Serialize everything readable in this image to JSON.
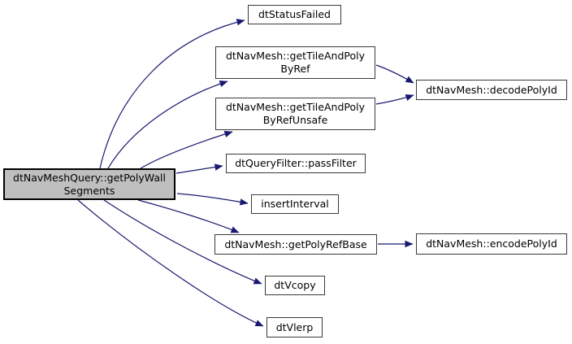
{
  "diagram": {
    "kind": "call-graph",
    "colors": {
      "edge": "#191970",
      "node_border": "#3a3a3a",
      "root_node_fill": "#bfbfbf",
      "node_fill": "#ffffff",
      "text": "#000000",
      "background": "#ffffff"
    },
    "nodes": {
      "root": {
        "lines": [
          "dtNavMeshQuery::getPolyWall",
          "Segments"
        ]
      },
      "status_failed": {
        "lines": [
          "dtStatusFailed"
        ]
      },
      "tile_poly_ref": {
        "lines": [
          "dtNavMesh::getTileAndPoly",
          "ByRef"
        ]
      },
      "tile_poly_unsafe": {
        "lines": [
          "dtNavMesh::getTileAndPoly",
          "ByRefUnsafe"
        ]
      },
      "decode_poly_id": {
        "lines": [
          "dtNavMesh::decodePolyId"
        ]
      },
      "pass_filter": {
        "lines": [
          "dtQueryFilter::passFilter"
        ]
      },
      "insert_interval": {
        "lines": [
          "insertInterval"
        ]
      },
      "poly_ref_base": {
        "lines": [
          "dtNavMesh::getPolyRefBase"
        ]
      },
      "encode_poly_id": {
        "lines": [
          "dtNavMesh::encodePolyId"
        ]
      },
      "vcopy": {
        "lines": [
          "dtVcopy"
        ]
      },
      "vlerp": {
        "lines": [
          "dtVlerp"
        ]
      }
    },
    "edges": [
      {
        "from": "dtNavMeshQuery::getPolyWallSegments",
        "to": "dtStatusFailed"
      },
      {
        "from": "dtNavMeshQuery::getPolyWallSegments",
        "to": "dtNavMesh::getTileAndPolyByRef"
      },
      {
        "from": "dtNavMeshQuery::getPolyWallSegments",
        "to": "dtNavMesh::getTileAndPolyByRefUnsafe"
      },
      {
        "from": "dtNavMeshQuery::getPolyWallSegments",
        "to": "dtQueryFilter::passFilter"
      },
      {
        "from": "dtNavMeshQuery::getPolyWallSegments",
        "to": "insertInterval"
      },
      {
        "from": "dtNavMeshQuery::getPolyWallSegments",
        "to": "dtNavMesh::getPolyRefBase"
      },
      {
        "from": "dtNavMeshQuery::getPolyWallSegments",
        "to": "dtVcopy"
      },
      {
        "from": "dtNavMeshQuery::getPolyWallSegments",
        "to": "dtVlerp"
      },
      {
        "from": "dtNavMesh::getTileAndPolyByRef",
        "to": "dtNavMesh::decodePolyId"
      },
      {
        "from": "dtNavMesh::getTileAndPolyByRefUnsafe",
        "to": "dtNavMesh::decodePolyId"
      },
      {
        "from": "dtNavMesh::getPolyRefBase",
        "to": "dtNavMesh::encodePolyId"
      }
    ]
  }
}
